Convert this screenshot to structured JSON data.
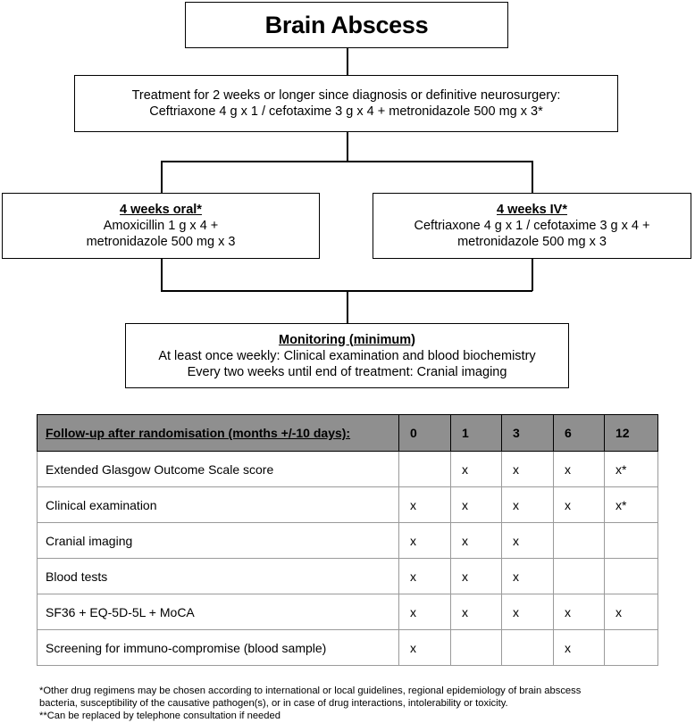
{
  "title": "Brain Abscess",
  "treatment": {
    "line1": "Treatment for 2 weeks or longer since diagnosis or definitive neurosurgery:",
    "line2": "Ceftriaxone 4 g x 1 / cefotaxime 3 g x 4 + metronidazole 500 mg x 3*"
  },
  "oral": {
    "heading": "4 weeks oral*",
    "line1": "Amoxicillin 1 g x 4 +",
    "line2": "metronidazole 500 mg x 3"
  },
  "iv": {
    "heading": "4 weeks IV*",
    "line1": "Ceftriaxone 4 g x 1 / cefotaxime 3 g x 4 +",
    "line2": "metronidazole 500 mg x 3"
  },
  "monitoring": {
    "heading": "Monitoring (minimum)",
    "line1": "At least once weekly: Clinical examination and blood biochemistry",
    "line2": "Every two weeks until end of treatment: Cranial imaging"
  },
  "followup": {
    "header": "Follow-up after randomisation (months +/-10 days):",
    "months": [
      "0",
      "1",
      "3",
      "6",
      "12"
    ],
    "rows": [
      {
        "label": "Extended Glasgow Outcome Scale score",
        "cells": [
          "",
          "x",
          "x",
          "x",
          "x*"
        ]
      },
      {
        "label": "Clinical examination",
        "cells": [
          "x",
          "x",
          "x",
          "x",
          "x*"
        ]
      },
      {
        "label": "Cranial imaging",
        "cells": [
          "x",
          "x",
          "x",
          "",
          ""
        ]
      },
      {
        "label": "Blood tests",
        "cells": [
          "x",
          "x",
          "x",
          "",
          ""
        ]
      },
      {
        "label": "SF36 + EQ-5D-5L + MoCA",
        "cells": [
          "x",
          "x",
          "x",
          "x",
          "x"
        ]
      },
      {
        "label": "Screening for immuno-compromise (blood sample)",
        "cells": [
          "x",
          "",
          "",
          "x",
          ""
        ]
      }
    ]
  },
  "footnotes": {
    "note1_line1": "*Other drug regimens may be chosen according to international or local guidelines, regional epidemiology of brain abscess",
    "note1_line2": "bacteria, susceptibility of the causative pathogen(s), or in case of drug interactions, intolerability or toxicity.",
    "note2": "**Can be replaced by telephone consultation if needed"
  }
}
